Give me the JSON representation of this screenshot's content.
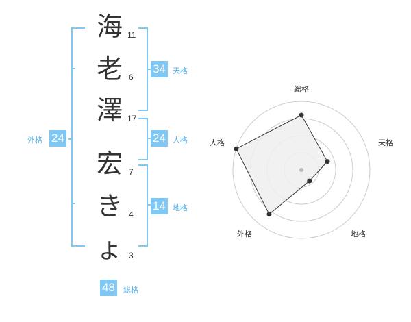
{
  "chars": [
    {
      "char": "海",
      "strokes": "11"
    },
    {
      "char": "老",
      "strokes": "6"
    },
    {
      "char": "澤",
      "strokes": "17"
    },
    {
      "char": "宏",
      "strokes": "7"
    },
    {
      "char": "き",
      "strokes": "4"
    },
    {
      "char": "ょ",
      "strokes": "3"
    }
  ],
  "kaku": {
    "tenkaku": {
      "value": "34",
      "label": "天格"
    },
    "jinkaku": {
      "value": "24",
      "label": "人格"
    },
    "chikaku": {
      "value": "14",
      "label": "地格"
    },
    "gaikaku": {
      "value": "24",
      "label": "外格"
    },
    "soukaku": {
      "value": "48",
      "label": "総格"
    }
  },
  "chart_data": {
    "type": "radar",
    "axes": [
      "総格",
      "天格",
      "地格",
      "外格",
      "人格"
    ],
    "values": [
      0.8,
      0.4,
      0.2,
      0.8,
      1.0
    ],
    "max": 1.0,
    "rings": 4,
    "colors": {
      "fill": "#eeeeee",
      "line": "#333333",
      "ring": "#cccccc",
      "center": "#bbbbbb"
    }
  }
}
